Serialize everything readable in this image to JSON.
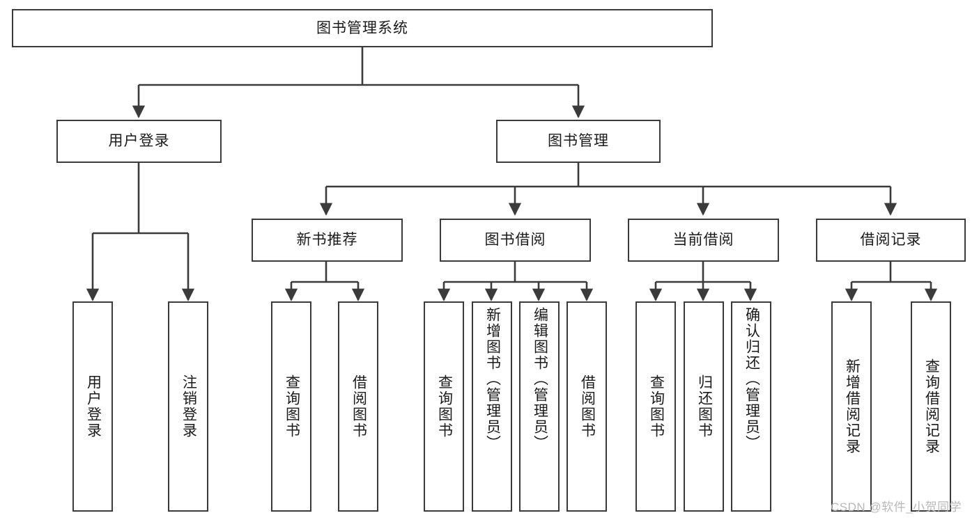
{
  "diagram": {
    "type": "tree",
    "title": "图书管理系统",
    "watermark": "CSDN @软件_小贺同学",
    "colors": {
      "box_border": "#3b3b3b",
      "box_fill": "#ffffff",
      "connector": "#3b3b3b",
      "text": "#1a1a1a",
      "watermark": "#b8b8b8",
      "background": "#ffffff"
    },
    "nodes": {
      "root": {
        "label": "图书管理系统",
        "level": 1
      },
      "l2": [
        {
          "label": "用户登录",
          "level": 2
        },
        {
          "label": "图书管理",
          "level": 2
        }
      ],
      "l3": [
        {
          "label": "新书推荐",
          "level": 3
        },
        {
          "label": "图书借阅",
          "level": 3
        },
        {
          "label": "当前借阅",
          "level": 3
        },
        {
          "label": "借阅记录",
          "level": 3
        }
      ],
      "leaves": {
        "user_login": [
          {
            "label": "用户登录"
          },
          {
            "label": "注销登录"
          }
        ],
        "new_book": [
          {
            "label": "查询图书"
          },
          {
            "label": "借阅图书"
          }
        ],
        "book_borrow": [
          {
            "label": "查询图书"
          },
          {
            "label": "新增图书（管理员）"
          },
          {
            "label": "编辑图书（管理员）"
          },
          {
            "label": "借阅图书"
          }
        ],
        "current_borrow": [
          {
            "label": "查询图书"
          },
          {
            "label": "归还图书"
          },
          {
            "label": "确认归还（管理员）"
          }
        ],
        "borrow_record": [
          {
            "label": "新增借阅记录"
          },
          {
            "label": "查询借阅记录"
          }
        ]
      }
    }
  }
}
